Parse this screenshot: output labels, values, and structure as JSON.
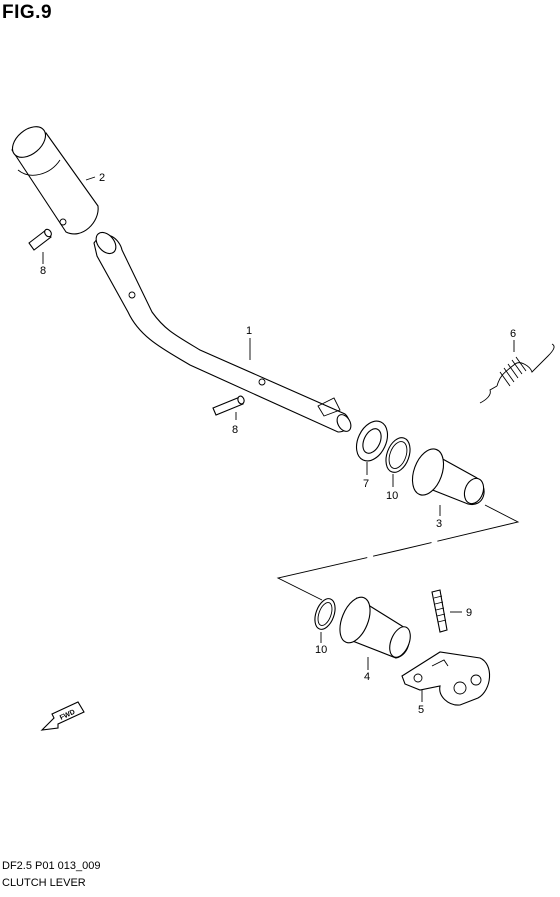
{
  "figure": {
    "title": "FIG.9",
    "code": "DF2.5 P01 013_009",
    "name": "CLUTCH LEVER",
    "fwd_label": "FWD"
  },
  "callouts": {
    "p1": "1",
    "p2": "2",
    "p3": "3",
    "p4": "4",
    "p5": "5",
    "p6": "6",
    "p7": "7",
    "p8a": "8",
    "p8b": "8",
    "p9": "9",
    "p10a": "10",
    "p10b": "10"
  }
}
